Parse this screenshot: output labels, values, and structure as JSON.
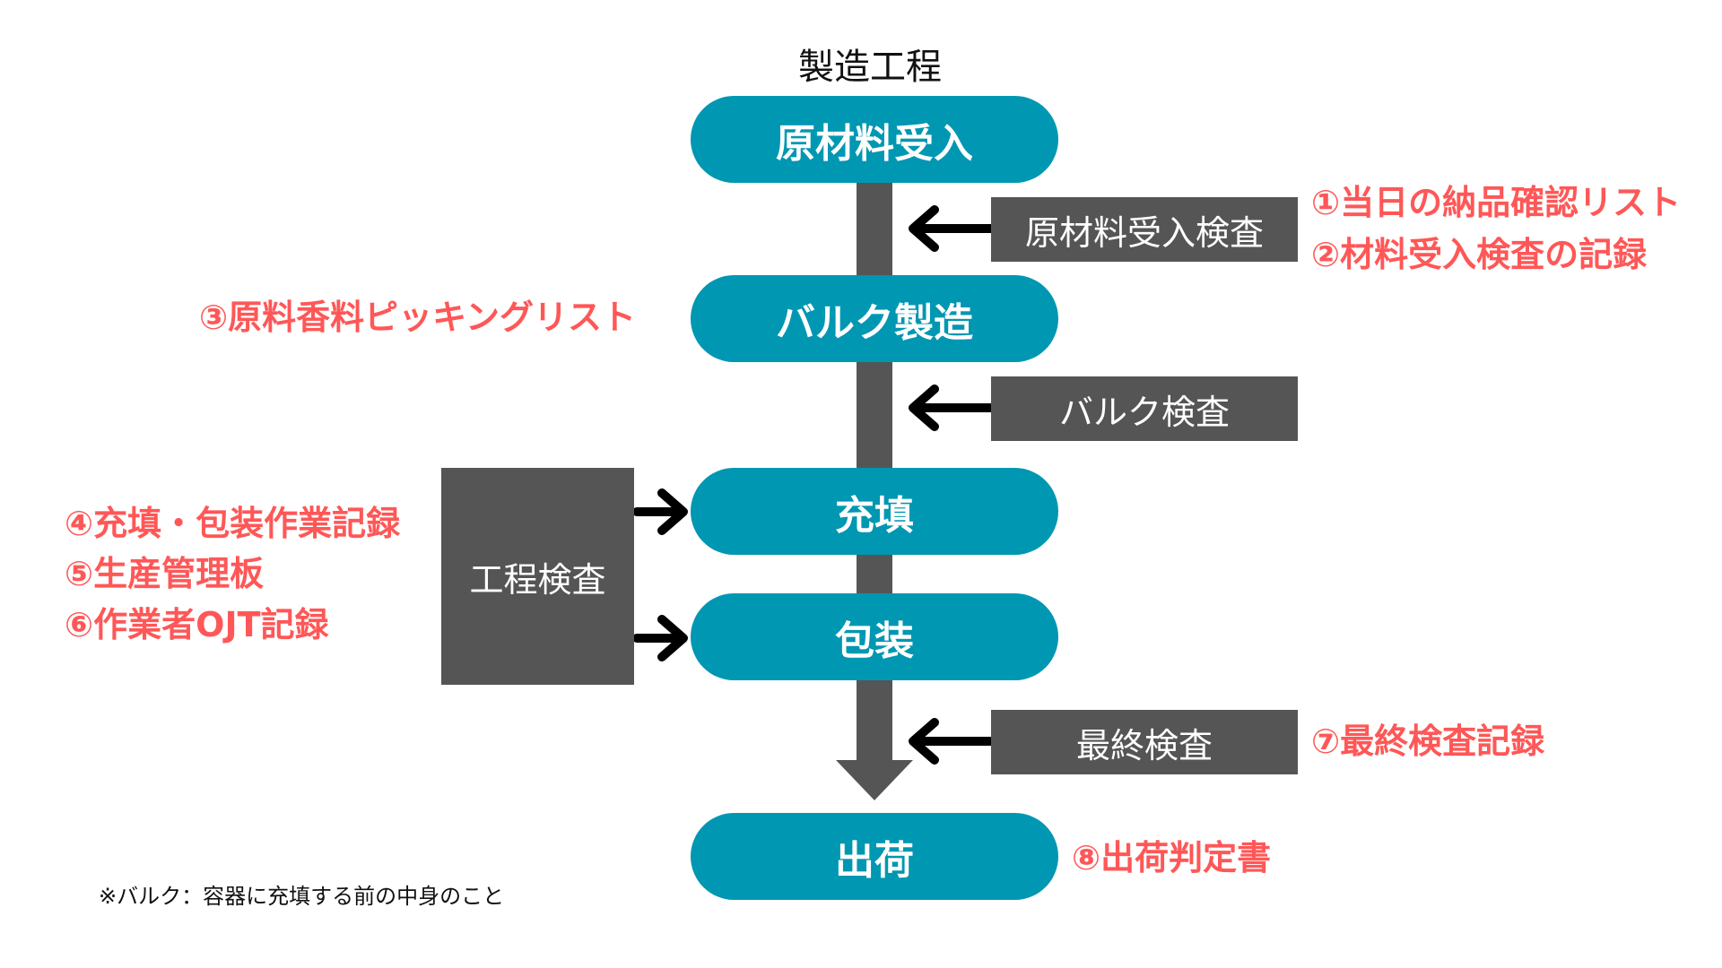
{
  "title": "製造工程",
  "steps": {
    "receiving": "原材料受入",
    "bulk": "バルク製造",
    "filling": "充填",
    "packaging": "包装",
    "shipping": "出荷"
  },
  "inspections": {
    "receiving": "原材料受入検査",
    "bulk": "バルク検査",
    "process": "工程検査",
    "final": "最終検査"
  },
  "records": {
    "r1": "①当日の納品確認リスト",
    "r2": "②材料受入検査の記録",
    "r3": "③原料香料ピッキングリスト",
    "r4": "④充填・包装作業記録",
    "r5": "⑤生産管理板",
    "r6": "⑥作業者OJT記録",
    "r7": "⑦最終検査記録",
    "r8": "⑧出荷判定書"
  },
  "note": "※バルク：容器に充填する前の中身のこと",
  "colors": {
    "step": "#0097b2",
    "inspection": "#555555",
    "record": "#ff5757",
    "arrow": "#000000"
  }
}
